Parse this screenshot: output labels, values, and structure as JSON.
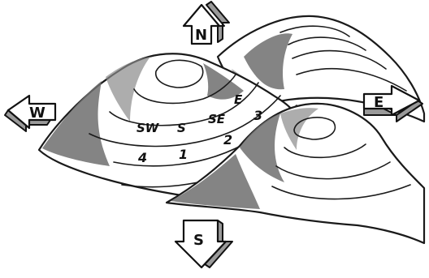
{
  "arrows": {
    "north": "N",
    "south": "S",
    "east": "E",
    "west": "W"
  },
  "slope_labels": {
    "sw": "SW",
    "s": "S",
    "se": "SE",
    "e": "E"
  },
  "slope_numbers": {
    "n4": "4",
    "n1": "1",
    "n2": "2",
    "n3": "3"
  }
}
